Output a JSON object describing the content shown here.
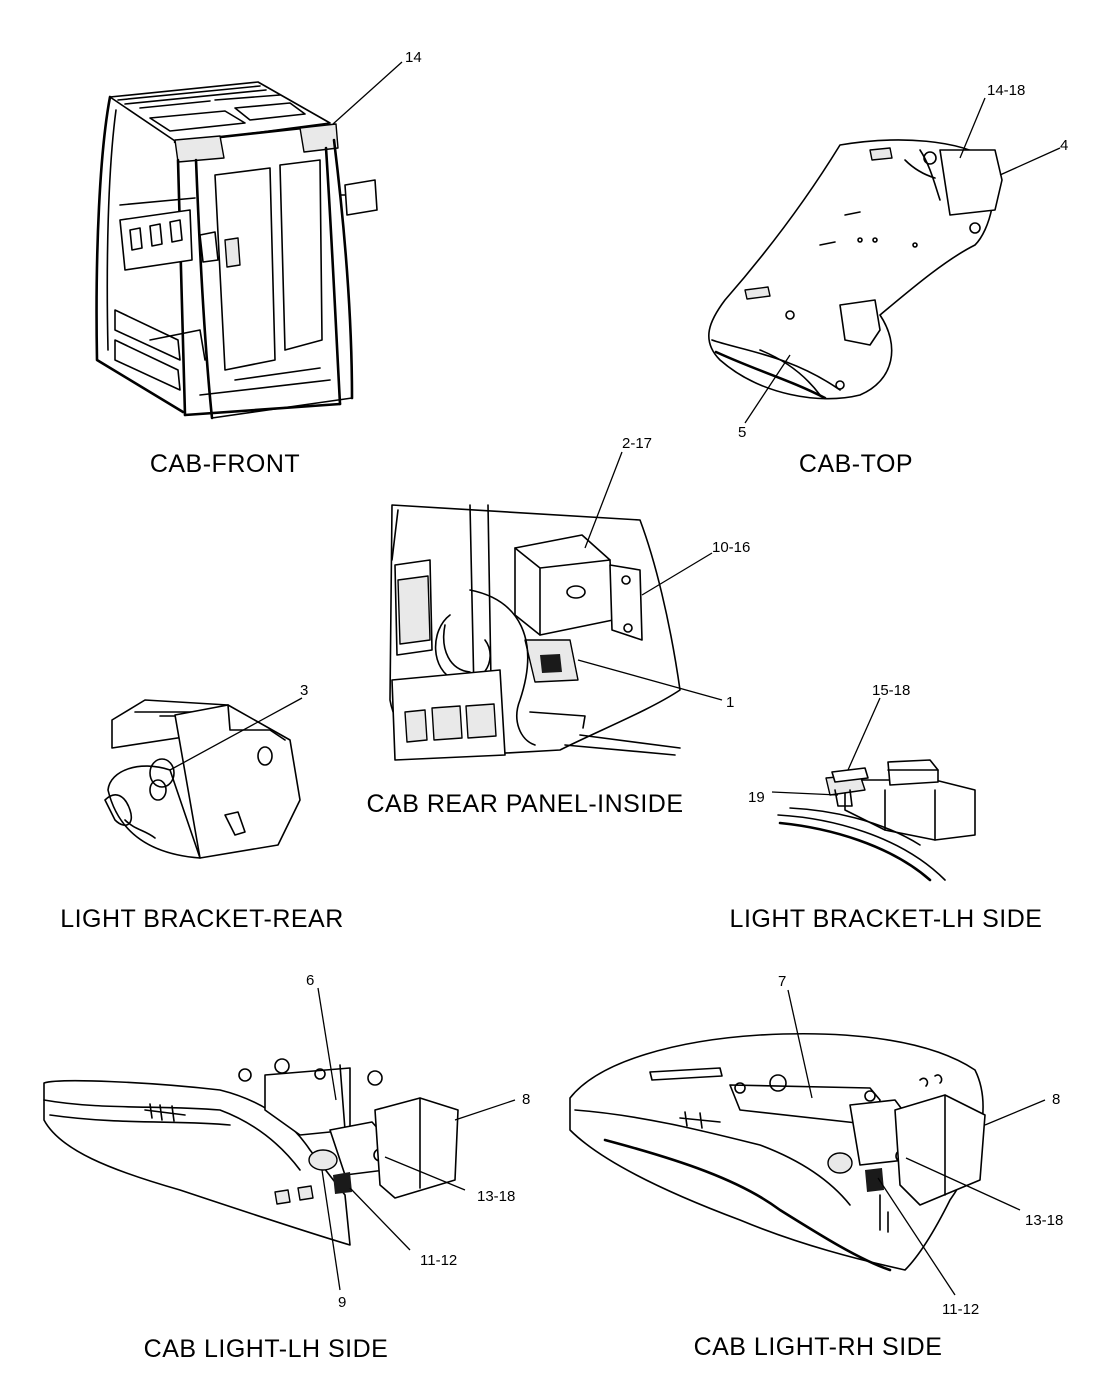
{
  "views": [
    {
      "id": "cab-front",
      "caption": "CAB-FRONT"
    },
    {
      "id": "cab-top",
      "caption": "CAB-TOP"
    },
    {
      "id": "cab-rear-panel-inside",
      "caption": "CAB  REAR  PANEL-INSIDE"
    },
    {
      "id": "light-bracket-rear",
      "caption": "LIGHT  BRACKET-REAR"
    },
    {
      "id": "light-bracket-lh-side",
      "caption": "LIGHT  BRACKET-LH  SIDE"
    },
    {
      "id": "cab-light-lh-side",
      "caption": "CAB  LIGHT-LH  SIDE"
    },
    {
      "id": "cab-light-rh-side",
      "caption": "CAB  LIGHT-RH  SIDE"
    }
  ],
  "callouts": {
    "front_14": "14",
    "top_14_18": "14-18",
    "top_4": "4",
    "top_5": "5",
    "rear_2_17": "2-17",
    "rear_10_16": "10-16",
    "rear_1": "1",
    "bracket_rear_3": "3",
    "bracket_lh_15_18": "15-18",
    "bracket_lh_19": "19",
    "lh_6": "6",
    "lh_8": "8",
    "lh_13_18": "13-18",
    "lh_11_12": "11-12",
    "lh_9": "9",
    "rh_7": "7",
    "rh_8": "8",
    "rh_13_18": "13-18",
    "rh_11_12": "11-12"
  }
}
